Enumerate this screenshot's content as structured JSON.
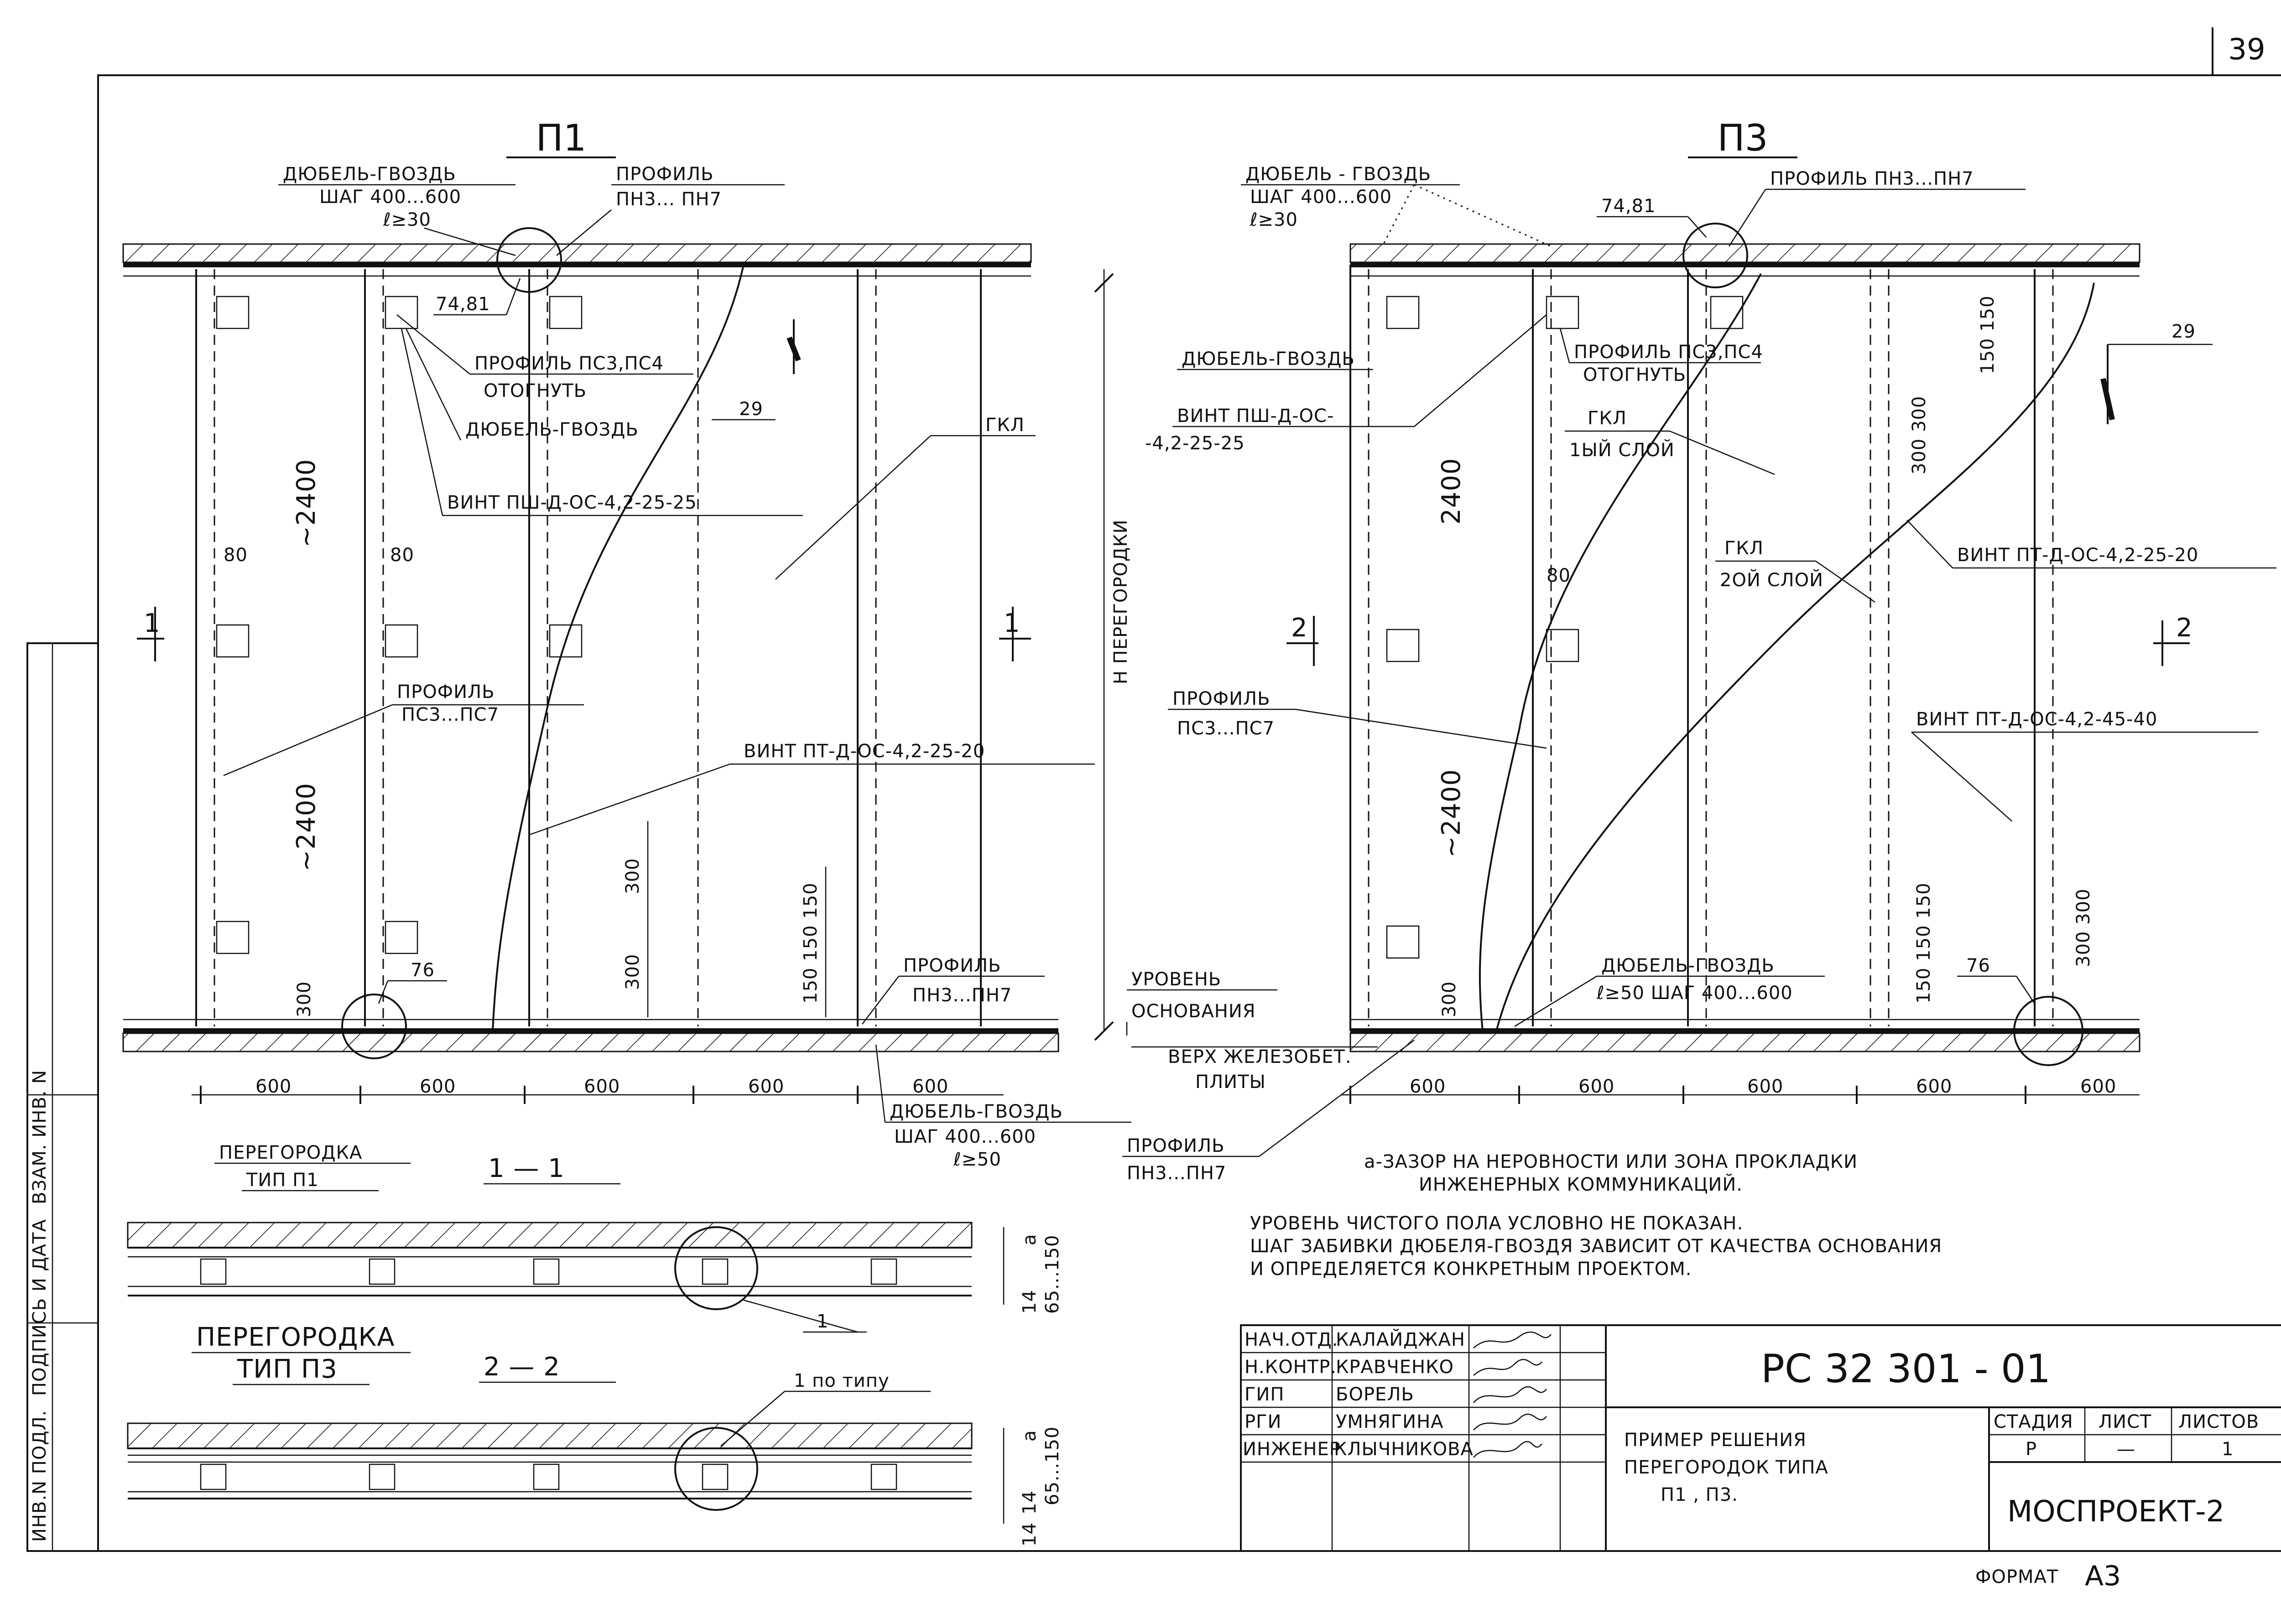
{
  "sheet": {
    "page_number": "39",
    "format_label": "ФОРМАТ",
    "format_value": "А3",
    "left_strip": [
      "ИНВ.N ПОДЛ.",
      "ПОДПИСЬ И ДАТА",
      "ВЗАМ. ИНВ. N"
    ]
  },
  "p1": {
    "title": "П1",
    "dowel_top_1": "ДЮБЕЛЬ-ГВОЗДЬ",
    "dowel_top_2": "ШАГ 400...600",
    "dowel_top_3": "ℓ≥30",
    "profile_top_1": "ПРОФИЛЬ",
    "profile_top_2": "ПН3... ПН7",
    "node_74": "74,81",
    "profile_pc_1": "ПРОФИЛЬ ПС3,ПС4",
    "profile_pc_2": "ОТОГНУТЬ",
    "dowel_mid": "ДЮБЕЛЬ-ГВОЗДЬ",
    "screw_1": "ВИНТ ПШ-Д-ОС-4,2-25-25",
    "node_29": "29",
    "gkl": "ГКЛ",
    "height_label": "Н ПЕРЕГОРОДКИ",
    "dim_2400_a": "~2400",
    "dim_2400_b": "~2400",
    "dim_80_a": "80",
    "dim_80_b": "80",
    "dim_300": "300",
    "profile_ps_1": "ПРОФИЛЬ",
    "profile_ps_2": "ПС3...ПС7",
    "screw_2": "ВИНТ ПТ-Д-ОС-4,2-25-20",
    "section_mark": "1",
    "dim_300_a": "300",
    "dim_300_b": "300",
    "dim_150_stack": "150 150 150",
    "node_76": "76",
    "profile_bottom_1": "ПРОФИЛЬ",
    "profile_bottom_2": "ПН3...ПН7",
    "dowel_bottom_1": "ДЮБЕЛЬ-ГВОЗДЬ",
    "dowel_bottom_2": "ШАГ 400...600",
    "dowel_bottom_3": "ℓ≥50",
    "dims_600": [
      "600",
      "600",
      "600",
      "600",
      "600"
    ]
  },
  "levels": {
    "base_1": "УРОВЕНЬ",
    "base_2": "ОСНОВАНИЯ",
    "slab_1": "ВЕРХ ЖЕЛЕЗОБЕТ.",
    "slab_2": "ПЛИТЫ",
    "profile_1": "ПРОФИЛЬ",
    "profile_2": "ПН3...ПН7"
  },
  "p3": {
    "title": "П3",
    "dowel_top_1": "ДЮБЕЛЬ - ГВОЗДЬ",
    "dowel_top_2": "ШАГ 400...600",
    "dowel_top_3": "ℓ≥30",
    "node_74": "74,81",
    "profile_top": "ПРОФИЛЬ ПН3...ПН7",
    "dowel_left": "ДЮБЕЛЬ-ГВОЗДЬ",
    "screw_1a": "ВИНТ ПШ-Д-ОС-",
    "screw_1b": "-4,2-25-25",
    "profile_pc_1": "ПРОФИЛЬ ПС3,ПС4",
    "profile_pc_2": "ОТОГНУТЬ",
    "gkl1_1": "ГКЛ",
    "gkl1_2": "1ЫЙ СЛОЙ",
    "gkl2_1": "ГКЛ",
    "gkl2_2": "2ОЙ СЛОЙ",
    "node_29": "29",
    "screw_2": "ВИНТ ПТ-Д-ОС-4,2-25-20",
    "screw_3": "ВИНТ ПТ-Д-ОС-4,2-45-40",
    "section_mark": "2",
    "dim_2400_a": "2400",
    "dim_2400_b": "~2400",
    "dim_80": "80",
    "dim_300": "300",
    "dim_300_stack": "300 300",
    "dim_150_stack": "150 150",
    "dim_150_stack_b": "150 150 150",
    "dim_300_stack_b": "300 300",
    "profile_ps_1": "ПРОФИЛЬ",
    "profile_ps_2": "ПС3...ПС7",
    "dowel_bottom_1": "ДЮБЕЛЬ-ГВОЗДЬ",
    "dowel_bottom_2": "ℓ≥50 ШАГ 400...600",
    "node_76": "76",
    "dims_600": [
      "600",
      "600",
      "600",
      "600",
      "600"
    ]
  },
  "notes": {
    "line1": "а-ЗАЗОР НА НЕРОВНОСТИ ИЛИ ЗОНА ПРОКЛАДКИ",
    "line2": "ИНЖЕНЕРНЫХ КОММУНИКАЦИЙ.",
    "line3": "УРОВЕНЬ ЧИСТОГО ПОЛА УСЛОВНО НЕ ПОКАЗАН.",
    "line4": "ШАГ ЗАБИВКИ ДЮБЕЛЯ-ГВОЗДЯ ЗАВИСИТ ОТ КАЧЕСТВА ОСНОВАНИЯ",
    "line5": "И ОПРЕДЕЛЯЕТСЯ КОНКРЕТНЫМ ПРОЕКТОМ."
  },
  "section11": {
    "caption_1": "ПЕРЕГОРОДКА",
    "caption_2": "ТИП П1",
    "title": "1 — 1",
    "callout": "1",
    "dim_a": "а",
    "dim_a_value": "65...150",
    "dim_14": "14"
  },
  "section22": {
    "caption_1": "ПЕРЕГОРОДКА",
    "caption_2": "ТИП П3",
    "title": "2 — 2",
    "callout": "1 по типу",
    "dim_a": "а",
    "dim_a_value": "65...150",
    "dim_14a": "14",
    "dim_14b": "14"
  },
  "title_block": {
    "roles": [
      "НАЧ.ОТД.",
      "Н.КОНТР.",
      "ГИП",
      "РГИ",
      "ИНЖЕНЕР"
    ],
    "names": [
      "КАЛАЙДЖАН",
      "КРАВЧЕНКО",
      "БОРЕЛЬ",
      "УМНЯГИНА",
      "КЛЫЧНИКОВА"
    ],
    "code": "РС 32 301 - 01",
    "title_1": "ПРИМЕР РЕШЕНИЯ",
    "title_2": "ПЕРЕГОРОДОК ТИПА",
    "title_3": "П1 , П3.",
    "stage_header": "СТАДИЯ",
    "sheet_header": "ЛИСТ",
    "sheets_header": "ЛИСТОВ",
    "stage": "Р",
    "sheet": "—",
    "sheets": "1",
    "org": "МОСПРОЕКТ-2"
  }
}
